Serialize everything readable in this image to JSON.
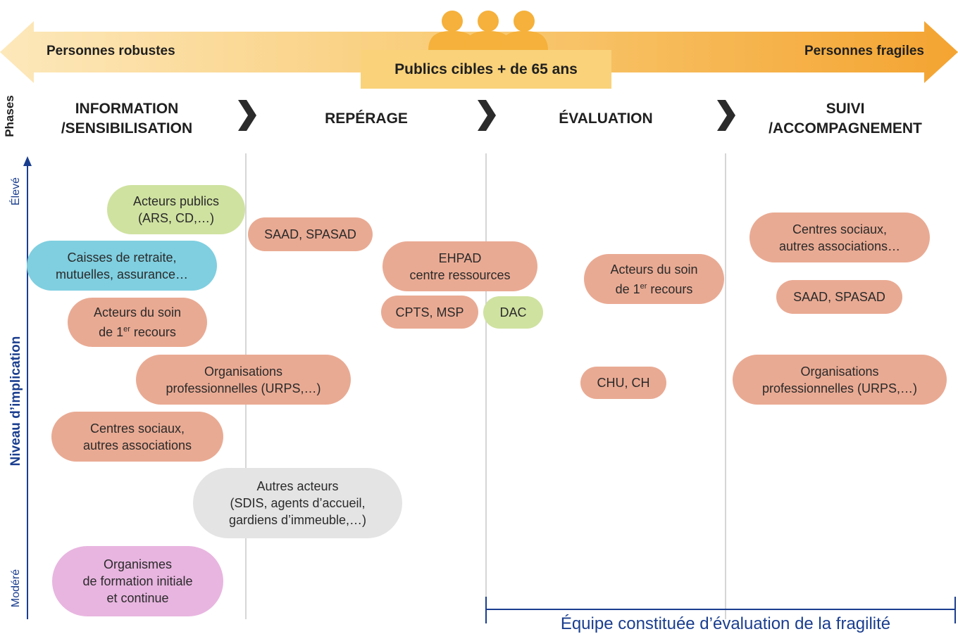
{
  "header": {
    "left_label": "Personnes robustes",
    "right_label": "Personnes fragiles",
    "target": "Publics cibles + de 65 ans",
    "people_icon": "group-of-people-icon",
    "colors": {
      "arrow_left": "#fbe4b0",
      "arrow_right": "#f4a93a",
      "target_box": "#f9d27a",
      "people": "#f5b13b"
    }
  },
  "axes": {
    "phases_label": "Phases",
    "y_label": "Niveau d’implication",
    "y_top": "Élevé",
    "y_bottom": "Modéré",
    "y_color": "#1a3e8f"
  },
  "phases": [
    {
      "label": "INFORMATION\n/SENSIBILISATION"
    },
    {
      "label": "REPÉRAGE"
    },
    {
      "label": "ÉVALUATION"
    },
    {
      "label": "SUIVI\n/ACCOMPAGNEMENT"
    }
  ],
  "actors": {
    "info_acteurs_publics": "Acteurs publics\n(ARS, CD,…)",
    "info_caisses": "Caisses de retraite,\nmutuelles, assurance…",
    "info_soin": "Acteurs du soin\nde 1er recours",
    "info_orgas": "Organisations\nprofessionnelles (URPS,…)",
    "info_centres": "Centres sociaux,\nautres associations",
    "info_organismes": "Organismes\nde formation initiale\net continue",
    "rep_saad": "SAAD, SPASAD",
    "rep_ehpad": "EHPAD\ncentre ressources",
    "rep_cpts": "CPTS, MSP",
    "rep_autres": "Autres acteurs\n(SDIS, agents d’accueil,\ngardiens d’immeuble,…)",
    "eval_dac": "DAC",
    "eval_soin": "Acteurs du soin\nde 1er recours",
    "eval_chu": "CHU, CH",
    "suivi_centres": "Centres sociaux,\nautres associations…",
    "suivi_saad": "SAAD, SPASAD",
    "suivi_orgas": "Organisations\nprofessionnelles (URPS,…)"
  },
  "footer": {
    "bracket_label": "Équipe constituée d’évaluation de la fragilité"
  }
}
